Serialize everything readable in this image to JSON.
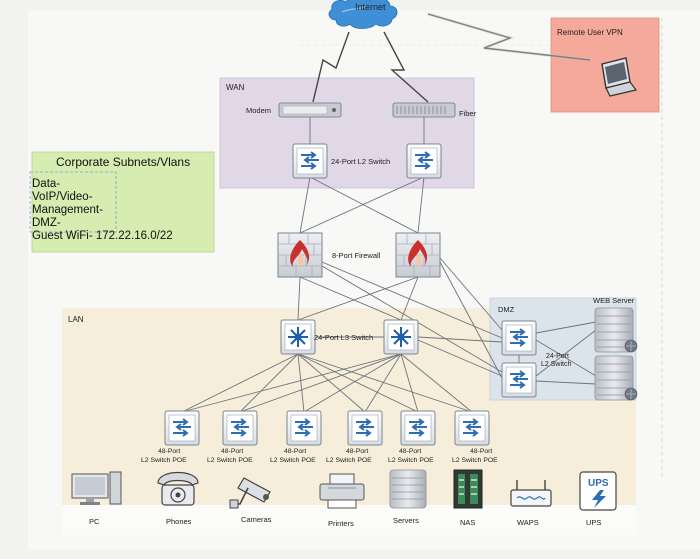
{
  "internet": "Internet",
  "wan": "WAN",
  "lan": "LAN",
  "dmz": "DMZ",
  "web_server": "WEB Server",
  "remote_vpn": "Remote User VPN",
  "modem": "Modem",
  "fiber": "Fiber",
  "l2_switch": "24-Port L2 Switch",
  "firewall": "8-Port Firewall",
  "l3_switch": "24-Port L3 Switch",
  "dmz_switch_line1": "24-Port",
  "dmz_switch_line2": "L2 Switch",
  "corporate": {
    "title": "Corporate Subnets/Vlans",
    "items": [
      "Data-",
      "VoIP/Video-",
      "Management-",
      "DMZ-",
      "Guest WiFi- 172.22.16.0/22"
    ]
  },
  "poe_switch_line1": "48-Port",
  "poe_switch_line2": "L2 Switch POE",
  "poe_switch_count": 6,
  "devices": [
    "PC",
    "Phones",
    "Cameras",
    "Printers",
    "Servers",
    "NAS",
    "WAPS",
    "UPS"
  ],
  "ups_icon_text": "UPS",
  "colors": {
    "wan_box": "#e0d8e6",
    "corporate_box": "#d6ecb0",
    "vpn_box": "#f4a99a",
    "lan_box": "#f6eedb",
    "dmz_box": "#dbe4ea",
    "switch_blue": "#2c6db3",
    "firewall_red": "#c9302c"
  }
}
